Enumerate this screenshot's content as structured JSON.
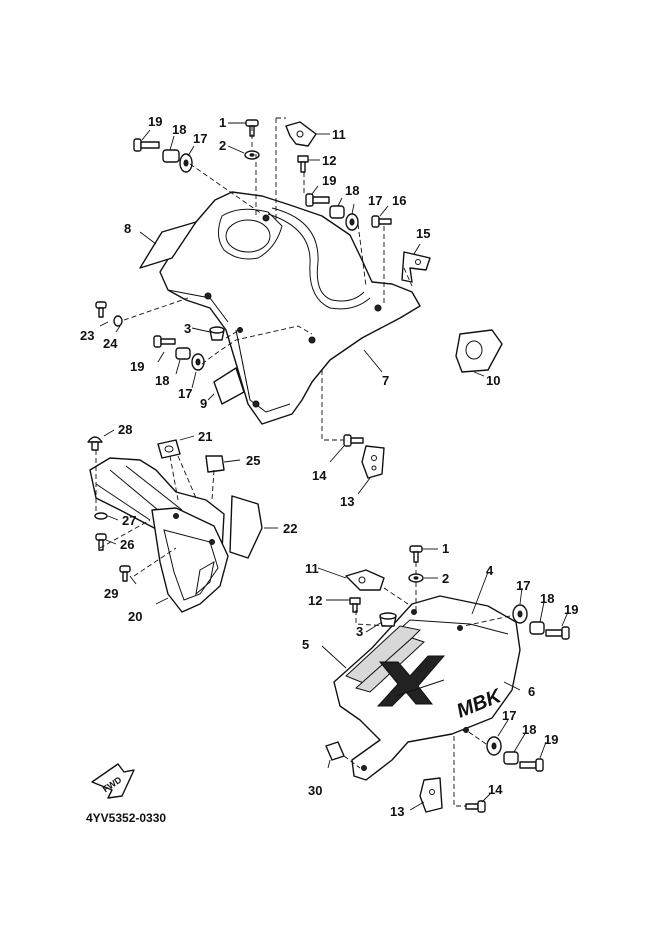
{
  "diagram": {
    "code": "4YV5352-0330",
    "fwd_label": "FWD",
    "decal_text": "MBK",
    "callouts": [
      "1",
      "2",
      "3",
      "4",
      "5",
      "6",
      "7",
      "8",
      "9",
      "10",
      "11",
      "12",
      "13",
      "14",
      "15",
      "16",
      "17",
      "18",
      "19",
      "20",
      "21",
      "22",
      "23",
      "24",
      "25",
      "26",
      "27",
      "28",
      "29",
      "30"
    ],
    "repeat_callouts": {
      "upper_17_b": "17",
      "upper_18_b": "18",
      "upper_19_b": "19",
      "upper_17_c": "17",
      "upper_18_c": "18",
      "upper_19_c": "19",
      "lower_1": "1",
      "lower_2": "2",
      "lower_3": "3",
      "lower_11": "11",
      "lower_12": "12",
      "lower_13": "13",
      "lower_14": "14",
      "lower_17_a": "17",
      "lower_18_a": "18",
      "lower_19_a": "19",
      "lower_17_b": "17",
      "lower_18_b": "18",
      "lower_19_b": "19"
    }
  }
}
